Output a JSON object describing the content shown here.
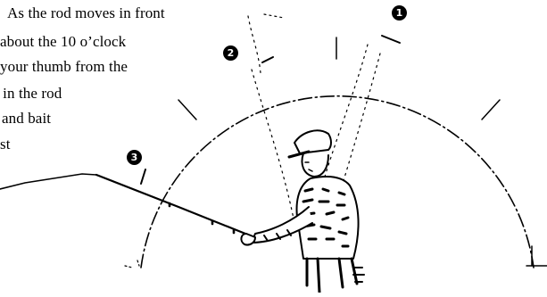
{
  "caption": {
    "lines": [
      "As the rod moves in front",
      "about the 10 o’clock",
      "your thumb from the",
      "l in the rod",
      "and bait",
      "st"
    ]
  },
  "steps": [
    {
      "label": "1"
    },
    {
      "label": "2"
    },
    {
      "label": "3"
    }
  ],
  "colors": {
    "ink": "#000000",
    "background": "#ffffff"
  }
}
